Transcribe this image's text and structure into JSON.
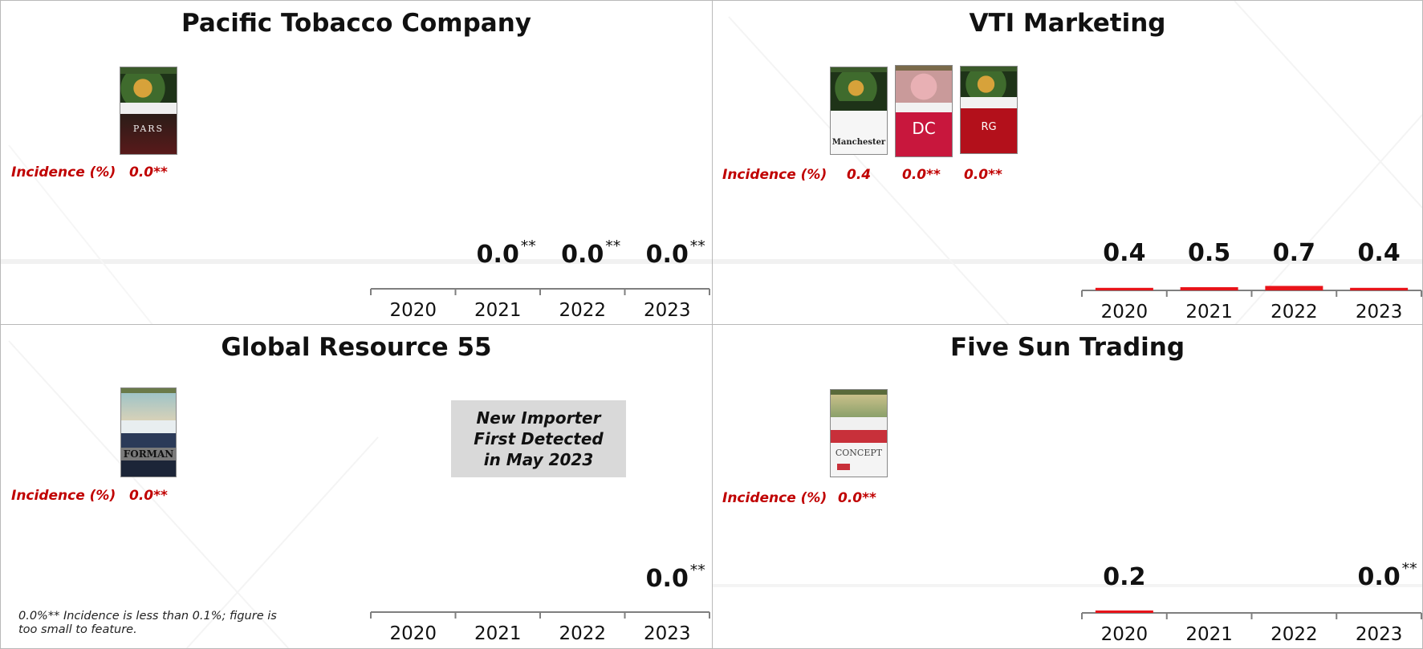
{
  "colors": {
    "bar": "#e8141a",
    "accent_text": "#c00000",
    "axis": "#7f7f7f"
  },
  "incidence_label": "Incidence (%)",
  "footnote": "0.0%** Incidence is less than 0.1%; figure is too small to feature.",
  "new_importer_note": [
    "New Importer",
    "First Detected",
    "in May 2023"
  ],
  "chart_data": [
    {
      "type": "bar",
      "title": "Pacific Tobacco Company",
      "categories": [
        "2020",
        "2021",
        "2022",
        "2023"
      ],
      "values": [
        null,
        0.0,
        0.0,
        0.0
      ],
      "data_labels": [
        "",
        "0.0",
        "0.0",
        "0.0"
      ],
      "label_marks": [
        "",
        "**",
        "**",
        "**"
      ],
      "packs": [
        {
          "brand": "PARS",
          "incidence": "0.0**"
        }
      ]
    },
    {
      "type": "bar",
      "title": "VTI Marketing",
      "categories": [
        "2020",
        "2021",
        "2022",
        "2023"
      ],
      "values": [
        0.4,
        0.5,
        0.7,
        0.4
      ],
      "data_labels": [
        "0.4",
        "0.5",
        "0.7",
        "0.4"
      ],
      "label_marks": [
        "",
        "",
        "",
        ""
      ],
      "packs": [
        {
          "brand": "Manchester",
          "incidence": "0.4"
        },
        {
          "brand": "DC",
          "incidence": "0.0**"
        },
        {
          "brand": "RG",
          "incidence": "0.0**"
        }
      ]
    },
    {
      "type": "bar",
      "title": "Global Resource 55",
      "categories": [
        "2020",
        "2021",
        "2022",
        "2023"
      ],
      "values": [
        null,
        null,
        null,
        0.0
      ],
      "data_labels": [
        "",
        "",
        "",
        "0.0"
      ],
      "label_marks": [
        "",
        "",
        "",
        "**"
      ],
      "packs": [
        {
          "brand": "FORMAN",
          "incidence": "0.0**"
        }
      ]
    },
    {
      "type": "bar",
      "title": "Five Sun Trading",
      "categories": [
        "2020",
        "2021",
        "2022",
        "2023"
      ],
      "values": [
        0.2,
        null,
        null,
        0.0
      ],
      "data_labels": [
        "0.2",
        "",
        "",
        "0.0"
      ],
      "label_marks": [
        "",
        "",
        "",
        "**"
      ],
      "packs": [
        {
          "brand": "CONCEPT",
          "incidence": "0.0**"
        }
      ]
    }
  ]
}
